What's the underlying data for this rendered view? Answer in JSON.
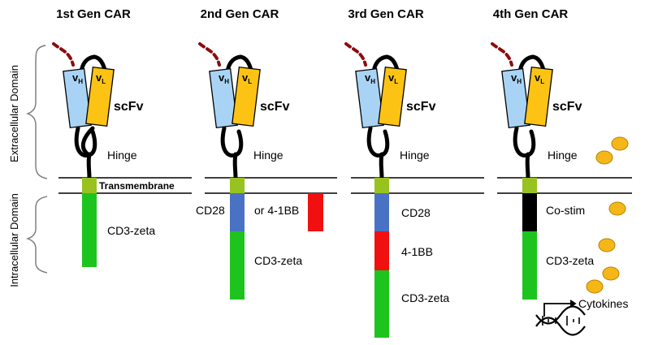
{
  "generations": [
    {
      "title": "1st Gen CAR"
    },
    {
      "title": "2nd Gen CAR"
    },
    {
      "title": "3rd Gen CAR"
    },
    {
      "title": "4th Gen CAR"
    }
  ],
  "domains": {
    "extracellular": "Extracellular Domain",
    "intracellular": "Intracellular Domain"
  },
  "scfv": {
    "label": "scFv",
    "vh": {
      "letter": "v",
      "sub": "H"
    },
    "vl": {
      "letter": "v",
      "sub": "L"
    }
  },
  "labels": {
    "hinge": "Hinge",
    "transmembrane": "Transmembrane",
    "cd3zeta": "CD3-zeta",
    "cd28": "CD28",
    "or41bb": "or 4-1BB",
    "four1bb": "4-1BB",
    "costim": "Co-stim",
    "cytokines": "Cytokines"
  },
  "colors": {
    "vh": "#a9d3f5",
    "vl": "#fcc314",
    "transmembrane": "#97c21f",
    "cd3zeta": "#1ec41e",
    "cd28": "#4a72c4",
    "four1bb": "#f01010",
    "costim": "#000000",
    "cytokine": "#f5b718",
    "linker": "#8b0d0d"
  }
}
